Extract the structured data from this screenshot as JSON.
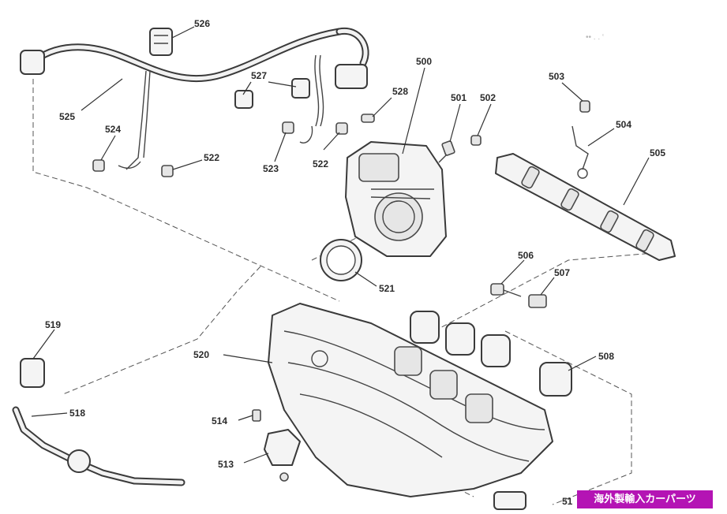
{
  "diagram": {
    "callouts": {
      "c500": "500",
      "c501": "501",
      "c502": "502",
      "c503": "503",
      "c504": "504",
      "c505": "505",
      "c506": "506",
      "c507": "507",
      "c508": "508",
      "c513": "513",
      "c514": "514",
      "c518": "518",
      "c519": "519",
      "c520": "520",
      "c521": "521",
      "c522a": "522",
      "c522b": "522",
      "c523": "523",
      "c524": "524",
      "c525": "525",
      "c526": "526",
      "c527": "527",
      "c528": "528",
      "c51x": "51"
    },
    "corner_marks": "•• . . ‘"
  },
  "watermark": {
    "text": "海外製輸入カーパーツ",
    "color": "#b414b4"
  }
}
